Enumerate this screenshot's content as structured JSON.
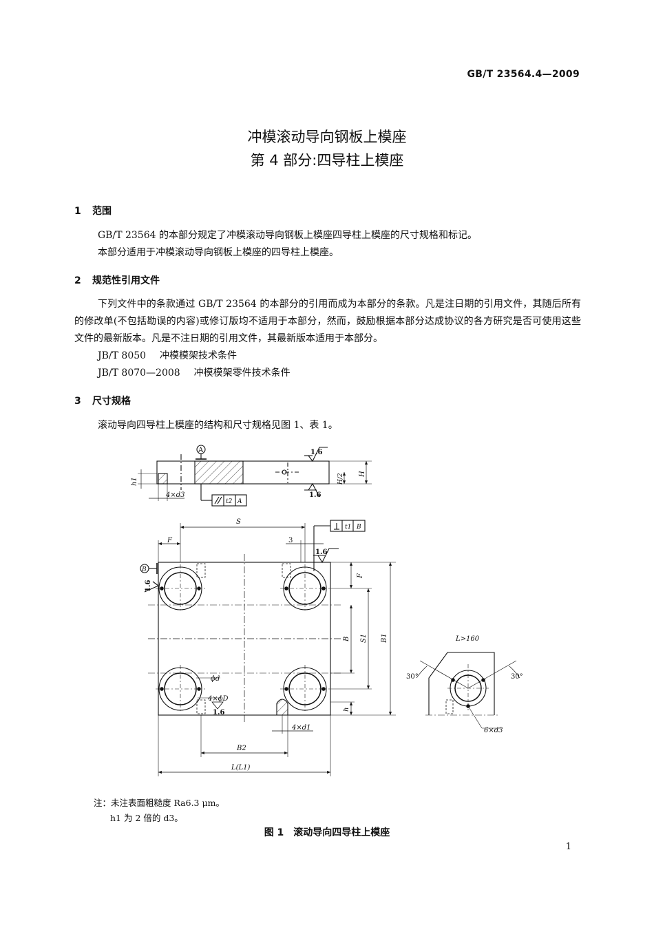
{
  "header": {
    "std_code": "GB/T 23564.4—2009"
  },
  "title": {
    "line1": "冲模滚动导向钢板上模座",
    "line2": "第 4 部分:四导柱上模座"
  },
  "sections": [
    {
      "num": "1",
      "heading": "范围",
      "paragraphs": [
        "GB/T 23564 的本部分规定了冲模滚动导向钢板上模座四导柱上模座的尺寸规格和标记。",
        "本部分适用于冲模滚动导向钢板上模座的四导柱上模座。"
      ]
    },
    {
      "num": "2",
      "heading": "规范性引用文件",
      "paragraphs": [
        "下列文件中的条款通过 GB/T 23564 的本部分的引用而成为本部分的条款。凡是注日期的引用文件，其随后所有的修改单(不包括勘误的内容)或修订版均不适用于本部分，然而，鼓励根据本部分达成协议的各方研究是否可使用这些文件的最新版本。凡是不注日期的引用文件，其最新版本适用于本部分。"
      ],
      "refs": [
        {
          "code": "JB/T 8050",
          "name": "冲模模架技术条件"
        },
        {
          "code": "JB/T 8070—2008",
          "name": "冲模模架零件技术条件"
        }
      ]
    },
    {
      "num": "3",
      "heading": "尺寸规格",
      "paragraphs": [
        "滚动导向四导柱上模座的结构和尺寸规格见图 1、表 1。"
      ]
    }
  ],
  "figure": {
    "labels": {
      "datum_a": "A",
      "datum_b": "B",
      "rough": "1.6",
      "h1": "h1",
      "h_half": "H/2",
      "H": "H",
      "four_d3": "4×d3",
      "parallel_tol": "t2",
      "parallel_ref": "A",
      "perp_tol": "t1",
      "perp_ref": "B",
      "S": "S",
      "F": "F",
      "three": "3",
      "B_dim": "B",
      "S1": "S1",
      "B1": "B1",
      "phi_d": "ϕd",
      "four_phiD": "4×ϕD",
      "h": "h",
      "four_d1": "4×d1",
      "B2": "B2",
      "L": "L(L1)",
      "detail_cond": "L>160",
      "angle_left": "30°",
      "angle_right": "30°",
      "six_d3": "6×d3"
    },
    "notes": [
      "注：未注表面粗糙度 Ra6.3 μm。",
      "h1 为 2 倍的 d3。"
    ],
    "caption": "图 1　滚动导向四导柱上模座"
  },
  "page_number": "1"
}
